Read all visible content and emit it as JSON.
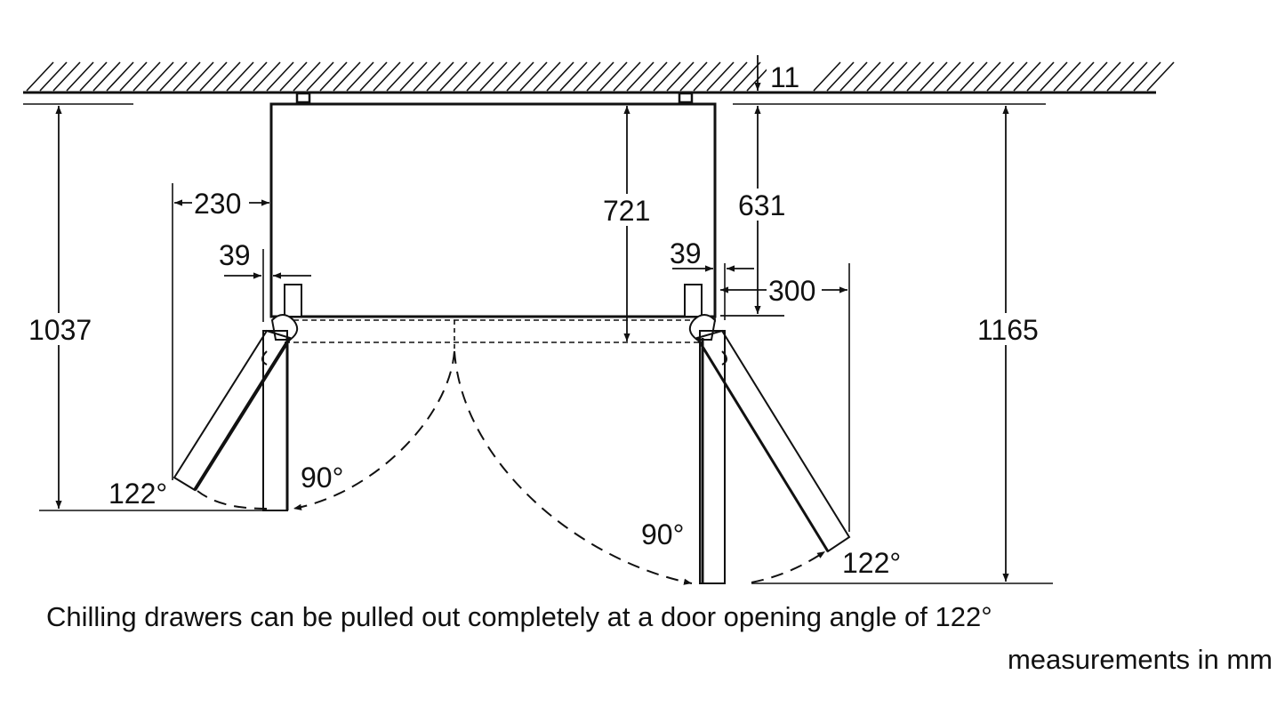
{
  "dimensions": {
    "wall_gap": "11",
    "left_total_depth": "1037",
    "left_side_clearance": "230",
    "left_hinge_offset": "39",
    "cabinet_depth": "721",
    "right_cabinet_depth": "631",
    "right_hinge_offset": "39",
    "right_side_clearance": "300",
    "right_total_depth": "1165"
  },
  "angles": {
    "left_open_max": "122°",
    "left_open_90": "90°",
    "right_open_90": "90°",
    "right_open_max": "122°"
  },
  "caption": "Chilling drawers can be pulled out completely at a door opening angle of 122°",
  "units_note": "measurements in mm",
  "colors": {
    "line": "#111111",
    "background": "#ffffff"
  }
}
